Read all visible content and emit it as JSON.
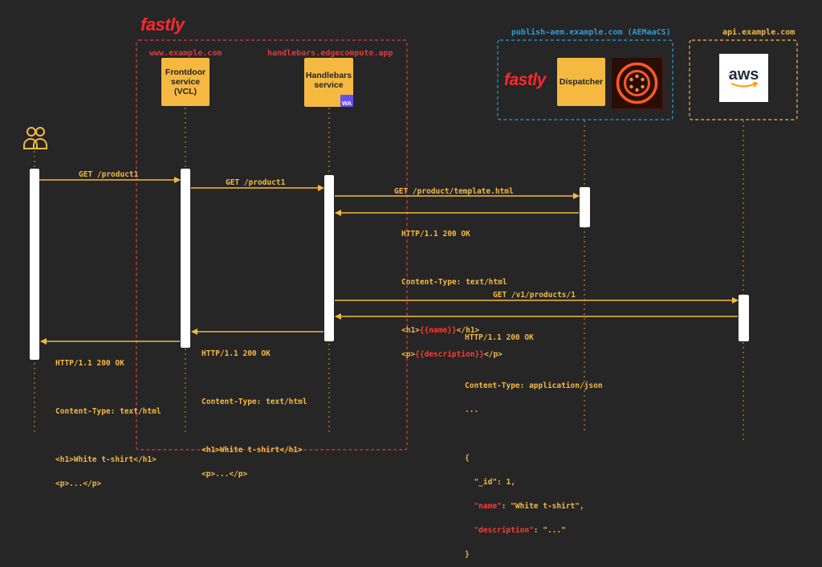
{
  "brand": {
    "logo": "fastly",
    "color": "#ff282d"
  },
  "colors": {
    "accent": "#f5b942",
    "frame_red": "#e0393e",
    "frame_blue": "#2e9bd6",
    "background": "#262626"
  },
  "frames": {
    "edge_domain_a": "www.example.com",
    "edge_domain_b": "handlebars.edgecompute.app",
    "aem_domain": "publish-aem.example.com (AEMaaCS)",
    "api_domain": "api.example.com"
  },
  "participants": {
    "client_icon": "users-icon",
    "frontdoor": "Frontdoor\nservice\n(VCL)",
    "handlebars": "Handlebars\nservice",
    "wasm_badge": "WA",
    "aem_fastly_logo": "fastly",
    "dispatcher": "Dispatcher",
    "aem_icon": "adobe-experience-manager-icon",
    "aws_logo": "aws"
  },
  "messages": {
    "m1": "GET /product1",
    "m2": "GET /product1",
    "m3": "GET /product/template.html",
    "m4_status": "HTTP/1.1 200 OK",
    "m4_ctype": "Content-Type: text/html",
    "m4_l1_a": "<h1>",
    "m4_l1_b": "{{name}}",
    "m4_l1_c": "</h1>",
    "m4_l2_a": "<p>",
    "m4_l2_b": "{{description}}",
    "m4_l2_c": "</p>",
    "m5": "GET /v1/products/1",
    "m6_status": "HTTP/1.1 200 OK",
    "m6_ctype": "Content-Type: application/json",
    "m6_dots": "...",
    "m6_open": "{",
    "m6_id": "  \"_id\": 1,",
    "m6_name_key": "  \"name\"",
    "m6_name_val": ": \"White t-shirt\",",
    "m6_desc_key": "  \"description\"",
    "m6_desc_val": ": \"...\"",
    "m6_close": "}",
    "m7_status": "HTTP/1.1 200 OK",
    "m7_ctype": "Content-Type: text/html",
    "m7_l1": "<h1>White t-shirt</h1>",
    "m7_l2": "<p>...</p>",
    "m8_status": "HTTP/1.1 200 OK",
    "m8_ctype": "Content-Type: text/html",
    "m8_l1": "<h1>White t-shirt</h1>",
    "m8_l2": "<p>...</p>"
  }
}
